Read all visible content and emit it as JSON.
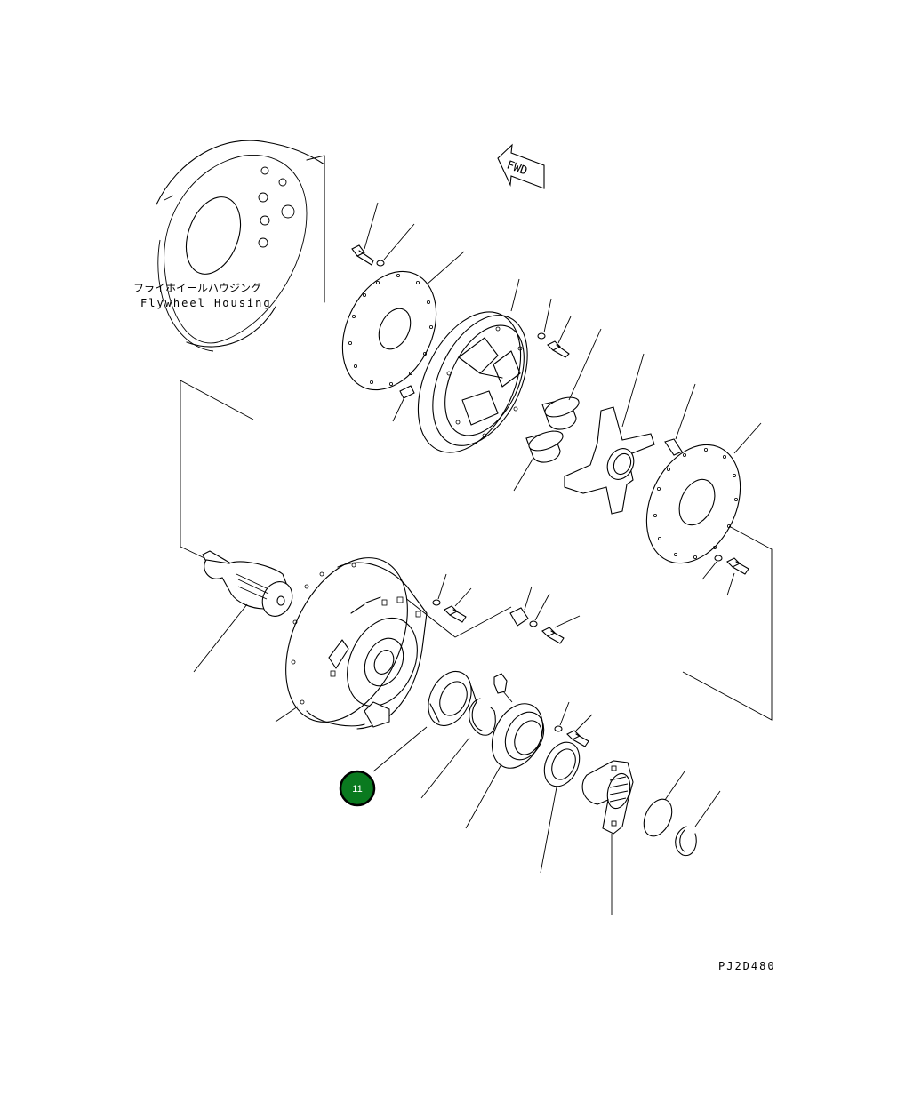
{
  "labels": {
    "fwd": "FWD",
    "housing_jp": "フライホイールハウジング",
    "housing_en": "Flywheel Housing",
    "drawing_code": "PJ2D480"
  },
  "callouts": [
    {
      "number": "11",
      "color": "#0a7a1f"
    }
  ]
}
